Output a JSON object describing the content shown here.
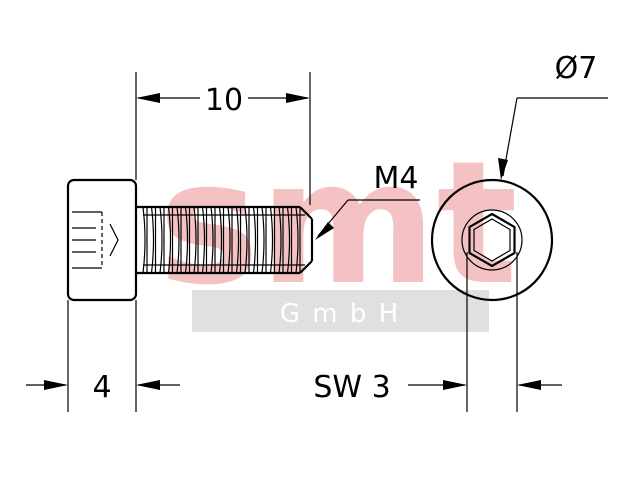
{
  "drawing": {
    "dimensions": {
      "length": "10",
      "thread": "M4",
      "head_height": "4",
      "head_diameter": "Ø7",
      "wrench_size": "SW 3"
    },
    "watermark": {
      "logo_text": "smt",
      "subtitle": "G m b H",
      "logo_color": "#f4c2c2",
      "band_color": "#e0e0e0"
    },
    "line_color": "#000000"
  }
}
